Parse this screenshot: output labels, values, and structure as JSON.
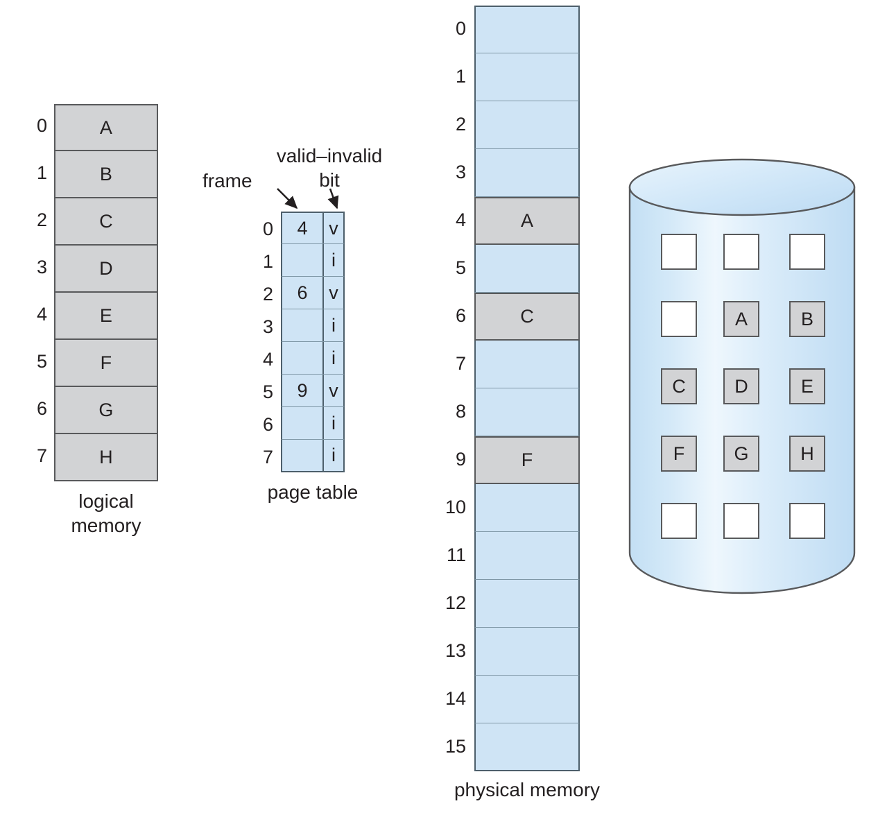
{
  "logical_memory": {
    "caption": "logical\nmemory",
    "rows": [
      {
        "index": "0",
        "value": "A"
      },
      {
        "index": "1",
        "value": "B"
      },
      {
        "index": "2",
        "value": "C"
      },
      {
        "index": "3",
        "value": "D"
      },
      {
        "index": "4",
        "value": "E"
      },
      {
        "index": "5",
        "value": "F"
      },
      {
        "index": "6",
        "value": "G"
      },
      {
        "index": "7",
        "value": "H"
      }
    ]
  },
  "page_table": {
    "caption": "page table",
    "frame_label": "frame",
    "bit_label": "valid–invalid\nbit",
    "rows": [
      {
        "index": "0",
        "frame": "4",
        "bit": "v"
      },
      {
        "index": "1",
        "frame": "",
        "bit": "i"
      },
      {
        "index": "2",
        "frame": "6",
        "bit": "v"
      },
      {
        "index": "3",
        "frame": "",
        "bit": "i"
      },
      {
        "index": "4",
        "frame": "",
        "bit": "i"
      },
      {
        "index": "5",
        "frame": "9",
        "bit": "v"
      },
      {
        "index": "6",
        "frame": "",
        "bit": "i"
      },
      {
        "index": "7",
        "frame": "",
        "bit": "i"
      }
    ]
  },
  "physical_memory": {
    "caption": "physical memory",
    "rows": [
      {
        "index": "0",
        "value": "",
        "used": false
      },
      {
        "index": "1",
        "value": "",
        "used": false
      },
      {
        "index": "2",
        "value": "",
        "used": false
      },
      {
        "index": "3",
        "value": "",
        "used": false
      },
      {
        "index": "4",
        "value": "A",
        "used": true
      },
      {
        "index": "5",
        "value": "",
        "used": false
      },
      {
        "index": "6",
        "value": "C",
        "used": true
      },
      {
        "index": "7",
        "value": "",
        "used": false
      },
      {
        "index": "8",
        "value": "",
        "used": false
      },
      {
        "index": "9",
        "value": "F",
        "used": true
      },
      {
        "index": "10",
        "value": "",
        "used": false
      },
      {
        "index": "11",
        "value": "",
        "used": false
      },
      {
        "index": "12",
        "value": "",
        "used": false
      },
      {
        "index": "13",
        "value": "",
        "used": false
      },
      {
        "index": "14",
        "value": "",
        "used": false
      },
      {
        "index": "15",
        "value": "",
        "used": false
      }
    ]
  },
  "disk": {
    "name": "disk-cylinder",
    "grid": [
      [
        {
          "value": "",
          "filled": false
        },
        {
          "value": "",
          "filled": false
        },
        {
          "value": "",
          "filled": false
        }
      ],
      [
        {
          "value": "",
          "filled": false
        },
        {
          "value": "A",
          "filled": true
        },
        {
          "value": "B",
          "filled": true
        }
      ],
      [
        {
          "value": "C",
          "filled": true
        },
        {
          "value": "D",
          "filled": true
        },
        {
          "value": "E",
          "filled": true
        }
      ],
      [
        {
          "value": "F",
          "filled": true
        },
        {
          "value": "G",
          "filled": true
        },
        {
          "value": "H",
          "filled": true
        }
      ],
      [
        {
          "value": "",
          "filled": false
        },
        {
          "value": "",
          "filled": false
        },
        {
          "value": "",
          "filled": false
        }
      ]
    ]
  },
  "colors": {
    "gray_fill": "#d2d3d5",
    "gray_border": "#58595b",
    "blue_fill": "#cfe4f5",
    "blue_border": "#4d5f6b",
    "disk_light": "#eaf4fc",
    "disk_mid": "#cfe6f7",
    "text": "#231f20",
    "background": "#ffffff"
  }
}
